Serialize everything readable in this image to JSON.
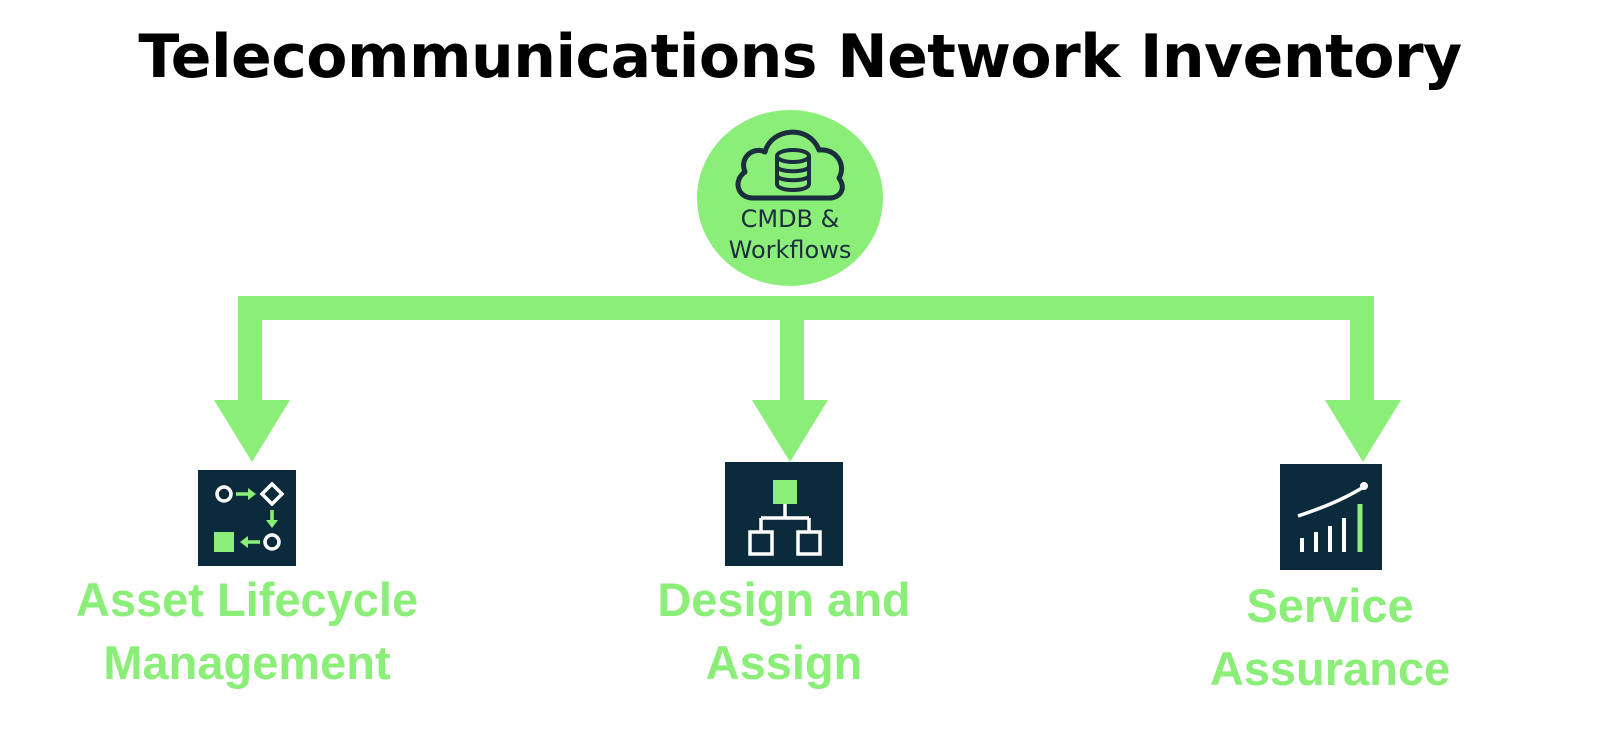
{
  "title": "Telecommunications Network Inventory",
  "hub": {
    "icon": "cloud-database-icon",
    "label_line1": "CMDB &",
    "label_line2": "Workflows"
  },
  "branches": [
    {
      "icon": "workflow-process-icon",
      "line1": "Asset Lifecycle",
      "line2": "Management"
    },
    {
      "icon": "hierarchy-icon",
      "line1": "Design and",
      "line2": "Assign"
    },
    {
      "icon": "growth-chart-icon",
      "line1": "Service",
      "line2": "Assurance"
    }
  ],
  "colors": {
    "accent": "#8bee78",
    "tile": "#0b2a3c",
    "icon_dark": "#1a2e3d",
    "title": "#000000"
  }
}
